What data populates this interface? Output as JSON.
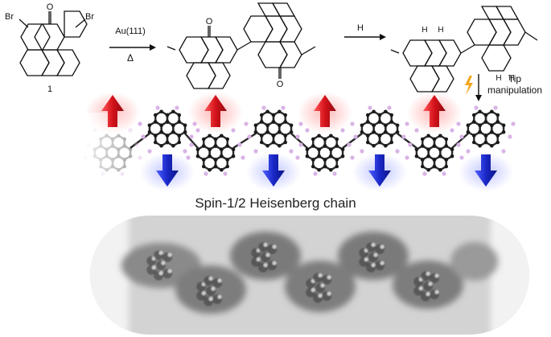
{
  "reaction": {
    "br_left": "Br",
    "br_right": "Br",
    "carbonyl_o": "O",
    "compound_number": "1",
    "step1_condition": "Au(111)",
    "step1_heat": "Δ",
    "product_o_top": "O",
    "product_o_bottom": "O",
    "step2_reagent": "H",
    "h_labels": [
      "H",
      "H",
      "H",
      "H"
    ]
  },
  "tip_label_line1": "Tip",
  "tip_label_line2": "manipulation",
  "chain_caption": "Spin-1/2 Heisenberg chain",
  "colors": {
    "spin_up": "#e3161b",
    "spin_down": "#1f2fd6",
    "bond": "#2a2a2a",
    "hydrogen": "#d9b4e6",
    "lightning": "#f2a51a"
  }
}
